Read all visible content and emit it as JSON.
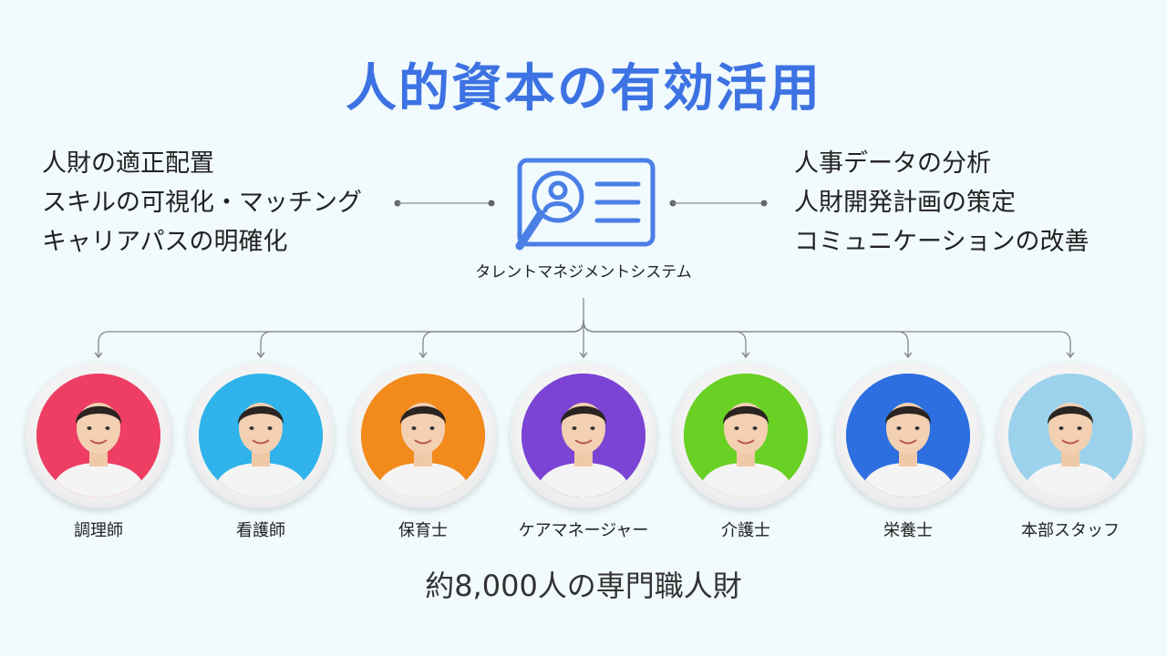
{
  "title": "人的資本の有効活用",
  "left_features": [
    "人財の適正配置",
    "スキルの可視化・マッチング",
    "キャリアパスの明確化"
  ],
  "right_features": [
    "人事データの分析",
    "人財開発計画の策定",
    "コミュニケーションの改善"
  ],
  "system": {
    "label": "タレントマネジメントシステム",
    "icon": "talent-card-search-icon"
  },
  "roles": [
    {
      "label": "調理師",
      "color": "#ee3e64"
    },
    {
      "label": "看護師",
      "color": "#2fb3ea"
    },
    {
      "label": "保育士",
      "color": "#f28a1c"
    },
    {
      "label": "ケアマネージャー",
      "color": "#7b44d4"
    },
    {
      "label": "介護士",
      "color": "#69d024"
    },
    {
      "label": "栄養士",
      "color": "#2d6fe0"
    },
    {
      "label": "本部スタッフ",
      "color": "#9dd2ec"
    }
  ],
  "caption": "約8,000人の専門職人財",
  "colors": {
    "accent": "#3d72e3",
    "background": "#f1fafd",
    "lines": "#888888"
  }
}
